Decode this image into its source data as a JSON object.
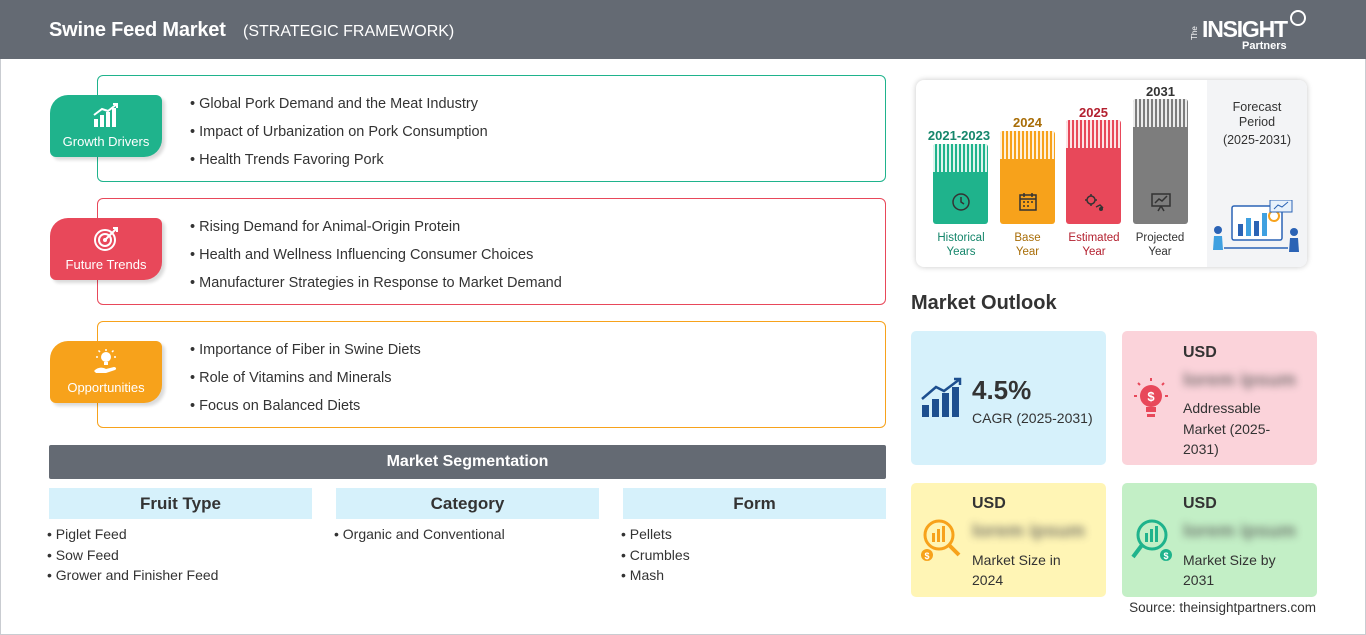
{
  "header": {
    "title": "Swine Feed Market",
    "subtitle": "(STRATEGIC FRAMEWORK)",
    "logo_the": "The",
    "logo_main": "INSIGHT",
    "logo_sub": "Partners"
  },
  "factors": [
    {
      "label": "Growth Drivers",
      "color": "#1fb38c",
      "items": [
        "Global Pork Demand and the Meat Industry",
        "Impact of Urbanization on Pork Consumption",
        "Health Trends Favoring Pork"
      ]
    },
    {
      "label": "Future Trends",
      "color": "#e8485a",
      "items": [
        "Rising Demand for Animal-Origin Protein",
        "Health and Wellness Influencing Consumer Choices",
        "Manufacturer Strategies in Response to Market Demand"
      ]
    },
    {
      "label": "Opportunities",
      "color": "#f7a21b",
      "items": [
        "Importance of Fiber in Swine Diets",
        "Role of Vitamins and Minerals",
        "Focus on Balanced Diets"
      ]
    }
  ],
  "segmentation": {
    "title": "Market Segmentation",
    "columns": [
      {
        "header": "Fruit Type",
        "items": [
          "Piglet Feed",
          "Sow Feed",
          "Grower and Finisher Feed"
        ]
      },
      {
        "header": "Category",
        "items": [
          "Organic and Conventional"
        ]
      },
      {
        "header": "Form",
        "items": [
          "Pellets",
          "Crumbles",
          "Mash"
        ]
      }
    ]
  },
  "timeline": {
    "bars": [
      {
        "year": "2021-2023",
        "line1": "Historical",
        "line2": "Years",
        "color": "#1fb38c",
        "year_color": "#15866b"
      },
      {
        "year": "2024",
        "line1": "Base",
        "line2": "Year",
        "color": "#f7a21b",
        "year_color": "#a86d07"
      },
      {
        "year": "2025",
        "line1": "Estimated",
        "line2": "Year",
        "color": "#e8485a",
        "year_color": "#b3202f"
      },
      {
        "year": "2031",
        "line1": "Projected",
        "line2": "Year",
        "color": "#7d7d7d",
        "year_color": "#333333"
      }
    ],
    "forecast_line1": "Forecast",
    "forecast_line2": "Period",
    "forecast_line3": "(2025-2031)"
  },
  "outlook": {
    "title": "Market Outlook",
    "cagr_value": "4.5%",
    "cagr_label": "CAGR (2025-2031)",
    "addressable_usd": "USD",
    "addressable_value": "lorem ipsum",
    "addressable_line1": "Addressable",
    "addressable_line2": "Market (2025-",
    "addressable_line3": "2031)",
    "size2024_usd": "USD",
    "size2024_value": "lorem ipsum",
    "size2024_line1": "Market Size in",
    "size2024_line2": "2024",
    "size2031_usd": "USD",
    "size2031_value": "lorem ipsum",
    "size2031_line1": "Market Size by",
    "size2031_line2": "2031"
  },
  "source": "Source: theinsightpartners.com"
}
